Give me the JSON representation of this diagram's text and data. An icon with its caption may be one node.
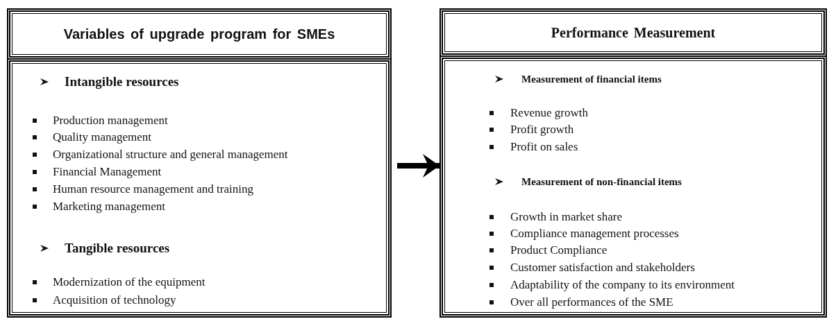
{
  "diagram": {
    "nodes": [
      {
        "text": [
          "Variables of upgrade program for SMEs"
        ]
      },
      {
        "text": [
          "Intangible resources",
          "Production management",
          "Quality management",
          "Organizational structure and general management",
          "Financial Management",
          "Human resource management and training",
          "Marketing management",
          "Tangible resources",
          "Modernization of the equipment",
          "Acquisition of technology"
        ]
      },
      {
        "text": [
          "Performance Measurement"
        ]
      },
      {
        "text": [
          "Measurement of financial items",
          "Revenue growth",
          "Profit growth",
          "Profit on sales",
          "Measurement of non-financial items",
          "Growth in market share",
          "Compliance management processes",
          "Product Compliance",
          "Customer satisfaction and stakeholders",
          "Adaptability of the company to its environment",
          "Over all performances of the SME"
        ]
      }
    ],
    "edges": [
      {
        "from": 1,
        "to": 3,
        "arrow": "to"
      }
    ]
  }
}
